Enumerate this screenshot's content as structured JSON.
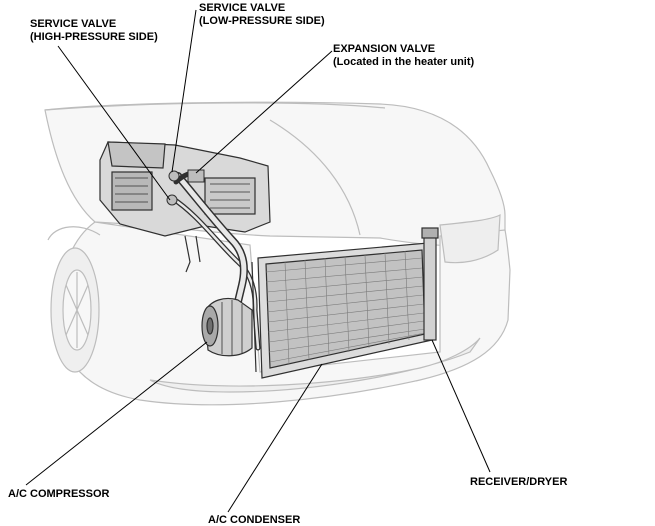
{
  "labels": {
    "service_valve_high": {
      "line1": "SERVICE VALVE",
      "line2": "(HIGH-PRESSURE SIDE)"
    },
    "service_valve_low": {
      "line1": "SERVICE VALVE",
      "line2": "(LOW-PRESSURE SIDE)"
    },
    "expansion_valve": {
      "line1": "EXPANSION VALVE",
      "line2": "(Located in the heater unit)"
    },
    "compressor": "A/C COMPRESSOR",
    "condenser": "A/C CONDENSER",
    "receiver_dryer": "RECEIVER/DRYER"
  },
  "colors": {
    "body_outline": "#bdbdbd",
    "body_fill": "#f7f7f7",
    "component_stroke": "#303030",
    "component_fill": "#d6d6d6",
    "leader": "#000000"
  }
}
